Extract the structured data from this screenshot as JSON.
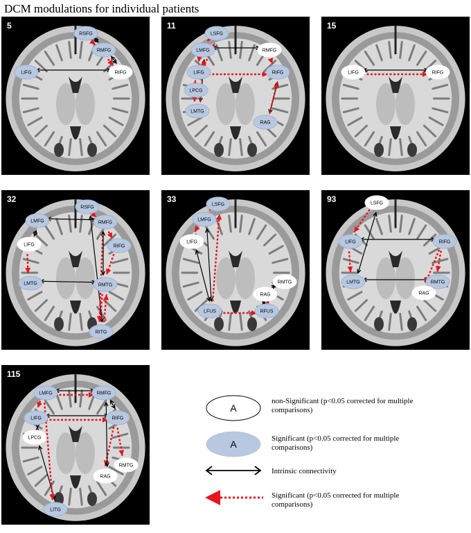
{
  "title": "DCM modulations for individual patients",
  "colors": {
    "significant_fill": "#b8c8e0",
    "nonsig_fill": "#ffffff",
    "modulation": "#e8141c",
    "intrinsic": "#000000"
  },
  "panels": [
    {
      "id": "5",
      "nodes": [
        {
          "label": "RSFG",
          "sig": true
        },
        {
          "label": "RMFG",
          "sig": true
        },
        {
          "label": "LIFG",
          "sig": true
        },
        {
          "label": "RIFG",
          "sig": false
        }
      ]
    },
    {
      "id": "11",
      "nodes": [
        {
          "label": "LSFG",
          "sig": true
        },
        {
          "label": "LMFG",
          "sig": true
        },
        {
          "label": "RMFG",
          "sig": false
        },
        {
          "label": "LIFG",
          "sig": true
        },
        {
          "label": "RIFG",
          "sig": true
        },
        {
          "label": "LPCG",
          "sig": true
        },
        {
          "label": "LMTG",
          "sig": true
        },
        {
          "label": "RAG",
          "sig": true
        }
      ]
    },
    {
      "id": "15",
      "nodes": [
        {
          "label": "LIFG",
          "sig": false
        },
        {
          "label": "RIFG",
          "sig": false
        }
      ]
    },
    {
      "id": "32",
      "nodes": [
        {
          "label": "RSFG",
          "sig": true
        },
        {
          "label": "LMFG",
          "sig": true
        },
        {
          "label": "RMFG",
          "sig": true
        },
        {
          "label": "LIFG",
          "sig": false
        },
        {
          "label": "RIFG",
          "sig": true
        },
        {
          "label": "LMTG",
          "sig": true
        },
        {
          "label": "RMTG",
          "sig": true
        },
        {
          "label": "RITG",
          "sig": true
        }
      ]
    },
    {
      "id": "33",
      "nodes": [
        {
          "label": "LSFG",
          "sig": true
        },
        {
          "label": "LMFG",
          "sig": true
        },
        {
          "label": "LIFG",
          "sig": false
        },
        {
          "label": "RMTG",
          "sig": false
        },
        {
          "label": "RAG",
          "sig": false
        },
        {
          "label": "LFUS",
          "sig": true
        },
        {
          "label": "RFUS",
          "sig": true
        }
      ]
    },
    {
      "id": "93",
      "nodes": [
        {
          "label": "LSFG",
          "sig": false
        },
        {
          "label": "LIFG",
          "sig": true
        },
        {
          "label": "RIFG",
          "sig": true
        },
        {
          "label": "LMTG",
          "sig": true
        },
        {
          "label": "RMTG",
          "sig": true
        },
        {
          "label": "RAG",
          "sig": false
        }
      ]
    },
    {
      "id": "115",
      "nodes": [
        {
          "label": "LMFG",
          "sig": true
        },
        {
          "label": "RMFG",
          "sig": true
        },
        {
          "label": "LIFG",
          "sig": true
        },
        {
          "label": "RIFG",
          "sig": true
        },
        {
          "label": "LPCG",
          "sig": false
        },
        {
          "label": "RMTG",
          "sig": false
        },
        {
          "label": "RAG",
          "sig": false
        },
        {
          "label": "LITG",
          "sig": true
        }
      ]
    }
  ],
  "legend": {
    "node_letter": "A",
    "nonsig_text": "non-Significant (p<0.05 corrected for multiple comparisons)",
    "sig_text": "Significant  (p<0.05 corrected for multiple comparisons)",
    "intrinsic_text": "Intrinsic connectivity",
    "modulation_text": "Significant  (p<0.05 corrected for multiple comparisons)"
  }
}
